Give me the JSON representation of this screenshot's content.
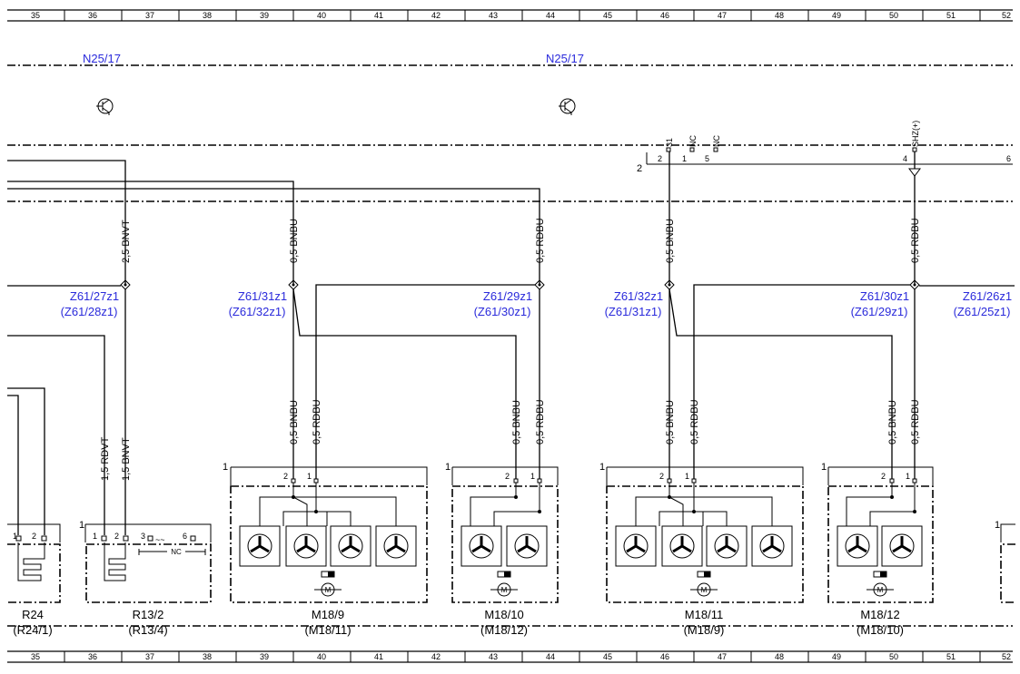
{
  "ruler": {
    "columns": [
      "35",
      "36",
      "37",
      "38",
      "39",
      "40",
      "41",
      "42",
      "43",
      "44",
      "45",
      "46",
      "47",
      "48",
      "49",
      "50",
      "51",
      "52"
    ]
  },
  "modules": [
    {
      "label": "N25/17"
    },
    {
      "label": "N25/17"
    }
  ],
  "junctions": [
    {
      "main": "Z61/27z1",
      "alt": "(Z61/28z1)"
    },
    {
      "main": "Z61/31z1",
      "alt": "(Z61/32z1)"
    },
    {
      "main": "Z61/29z1",
      "alt": "(Z61/30z1)"
    },
    {
      "main": "Z61/32z1",
      "alt": "(Z61/31z1)"
    },
    {
      "main": "Z61/30z1",
      "alt": "(Z61/29z1)"
    },
    {
      "main": "Z61/26z1",
      "alt": "(Z61/25z1)"
    }
  ],
  "wires": {
    "upper": [
      "2,5 BNVT",
      "0,5 BNBU",
      "0,5 RDBU",
      "0,5 BNBU",
      "0,5 RDBU"
    ],
    "lower": [
      "1,5 RDVT",
      "1,5 BNVT",
      "0,5 BNBU",
      "0,5 RDBU",
      "0,5 BNBU",
      "0,5 RDBU",
      "0,5 BNBU",
      "0,5 RDBU",
      "0,5 BNBU",
      "0,5 RDBU"
    ]
  },
  "components": [
    {
      "main": "R24",
      "alt": "(R24/1)"
    },
    {
      "main": "R13/2",
      "alt": "(R13/4)"
    },
    {
      "main": "M18/9",
      "alt": "(M18/11)"
    },
    {
      "main": "M18/10",
      "alt": "(M18/12)"
    },
    {
      "main": "M18/11",
      "alt": "(M18/9)"
    },
    {
      "main": "M18/12",
      "alt": "(M18/10)"
    }
  ],
  "pins": {
    "one": "1",
    "two": "2",
    "three": "3",
    "four": "4",
    "five": "5",
    "six": "6",
    "nc": "NC",
    "r31": "31",
    "shz": "SHZ(+)"
  }
}
